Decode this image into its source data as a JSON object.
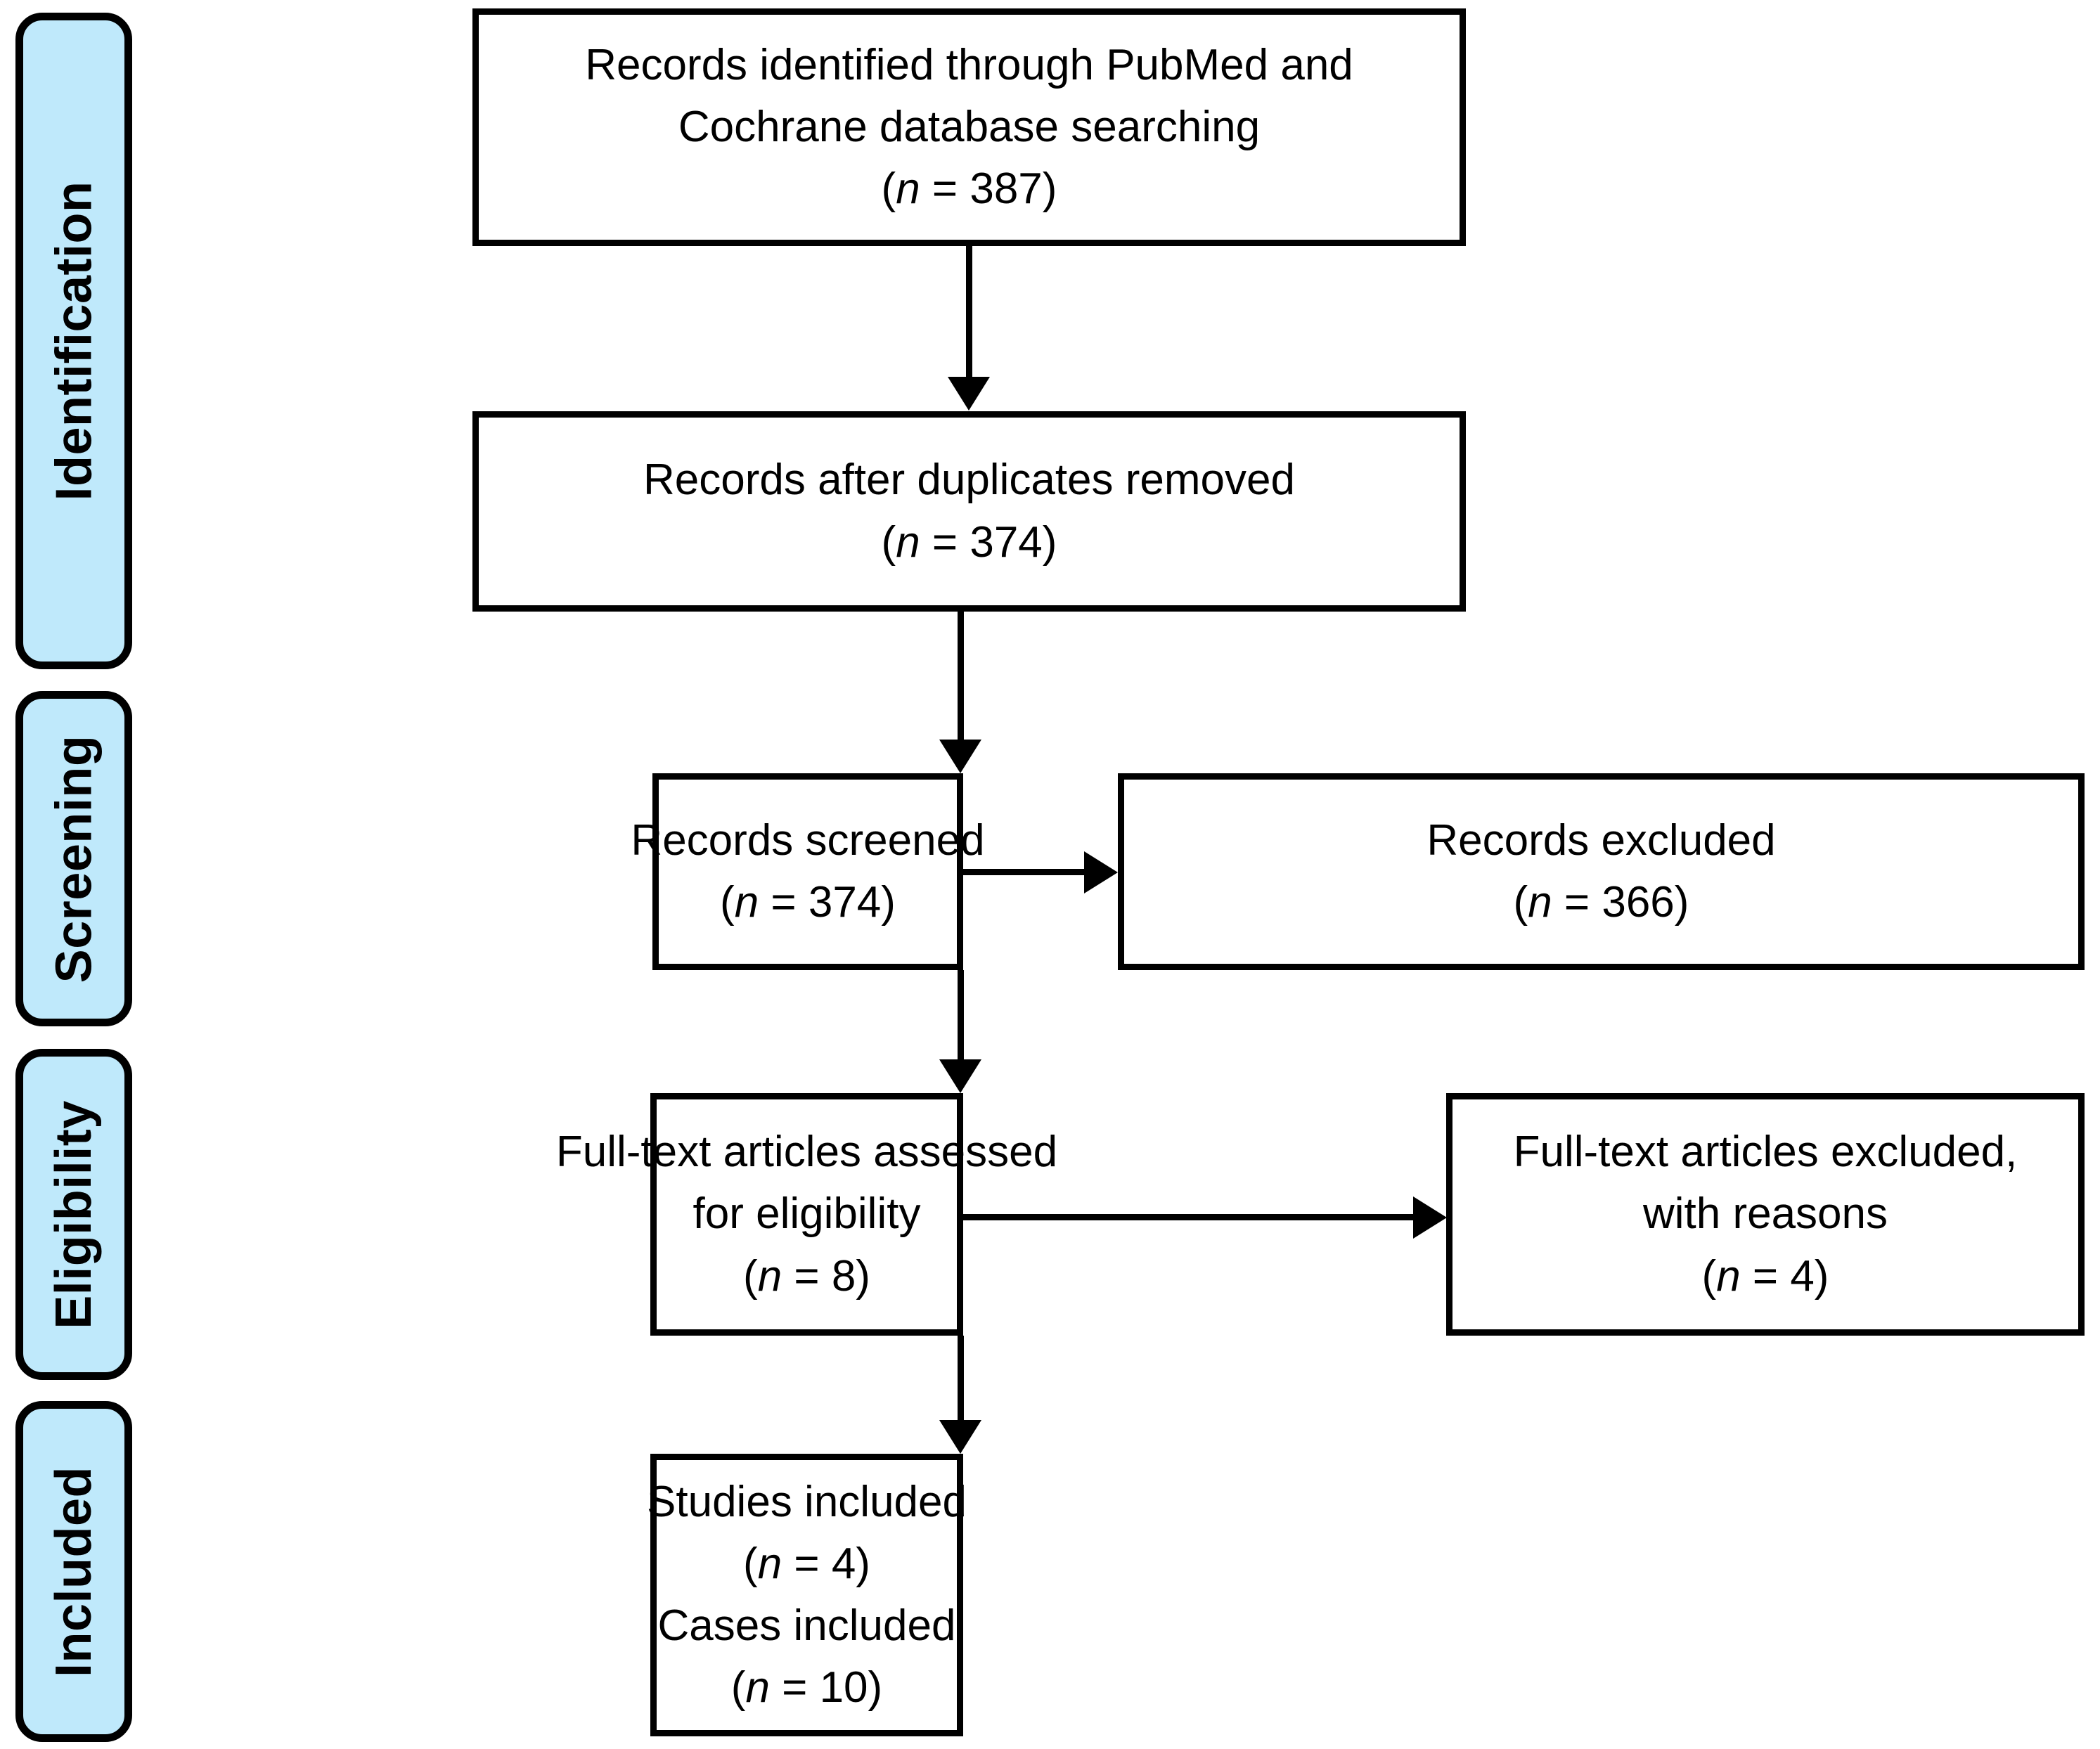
{
  "diagram": {
    "type": "prisma-flow-diagram",
    "accent_color": "#bfe9fb",
    "line_color": "#000000",
    "background_color": "#ffffff"
  },
  "stages": [
    {
      "id": "identification",
      "label": "Identification"
    },
    {
      "id": "screening",
      "label": "Screening"
    },
    {
      "id": "eligibility",
      "label": "Eligibility"
    },
    {
      "id": "included",
      "label": "Included"
    }
  ],
  "boxes": {
    "records_identified": {
      "line1": "Records identified through PubMed and",
      "line2": "Cochrane database searching",
      "n_prefix": "(",
      "n_symbol": "n",
      "n_value": " = 387)"
    },
    "records_after_duplicates": {
      "line1": "Records after duplicates removed",
      "n_prefix": "(",
      "n_symbol": "n",
      "n_value": " = 374)"
    },
    "records_screened": {
      "line1": "Records screened",
      "n_prefix": "(",
      "n_symbol": "n",
      "n_value": " = 374)"
    },
    "records_excluded": {
      "line1": "Records excluded",
      "n_prefix": "(",
      "n_symbol": "n",
      "n_value": " = 366)"
    },
    "fulltext_assessed": {
      "line1": "Full-text articles assessed",
      "line2": "for eligibility",
      "n_prefix": "(",
      "n_symbol": "n",
      "n_value": " = 8)"
    },
    "fulltext_excluded": {
      "line1": "Full-text articles excluded,",
      "line2": "with reasons",
      "n_prefix": "(",
      "n_symbol": "n",
      "n_value": " = 4)"
    },
    "studies_included": {
      "line1": "Studies included",
      "n1_prefix": "(",
      "n1_symbol": "n",
      "n1_value": " = 4)",
      "line2": "Cases included",
      "n2_prefix": "(",
      "n2_symbol": "n",
      "n2_value": " = 10)"
    }
  },
  "chart_data": {
    "type": "table",
    "title": "PRISMA study selection flow",
    "nodes": [
      {
        "id": "records_identified",
        "stage": "Identification",
        "label": "Records identified through PubMed and Cochrane database searching",
        "n": 387
      },
      {
        "id": "records_after_duplicates",
        "stage": "Identification",
        "label": "Records after duplicates removed",
        "n": 374
      },
      {
        "id": "records_screened",
        "stage": "Screening",
        "label": "Records screened",
        "n": 374
      },
      {
        "id": "records_excluded",
        "stage": "Screening",
        "label": "Records excluded",
        "n": 366
      },
      {
        "id": "fulltext_assessed",
        "stage": "Eligibility",
        "label": "Full-text articles assessed for eligibility",
        "n": 8
      },
      {
        "id": "fulltext_excluded",
        "stage": "Eligibility",
        "label": "Full-text articles excluded, with reasons",
        "n": 4
      },
      {
        "id": "studies_included",
        "stage": "Included",
        "label": "Studies included",
        "n": 4
      },
      {
        "id": "cases_included",
        "stage": "Included",
        "label": "Cases included",
        "n": 10
      }
    ],
    "edges": [
      {
        "from": "records_identified",
        "to": "records_after_duplicates",
        "direction": "down"
      },
      {
        "from": "records_after_duplicates",
        "to": "records_screened",
        "direction": "down"
      },
      {
        "from": "records_screened",
        "to": "records_excluded",
        "direction": "right"
      },
      {
        "from": "records_screened",
        "to": "fulltext_assessed",
        "direction": "down"
      },
      {
        "from": "fulltext_assessed",
        "to": "fulltext_excluded",
        "direction": "right"
      },
      {
        "from": "fulltext_assessed",
        "to": "studies_included",
        "direction": "down"
      }
    ]
  }
}
